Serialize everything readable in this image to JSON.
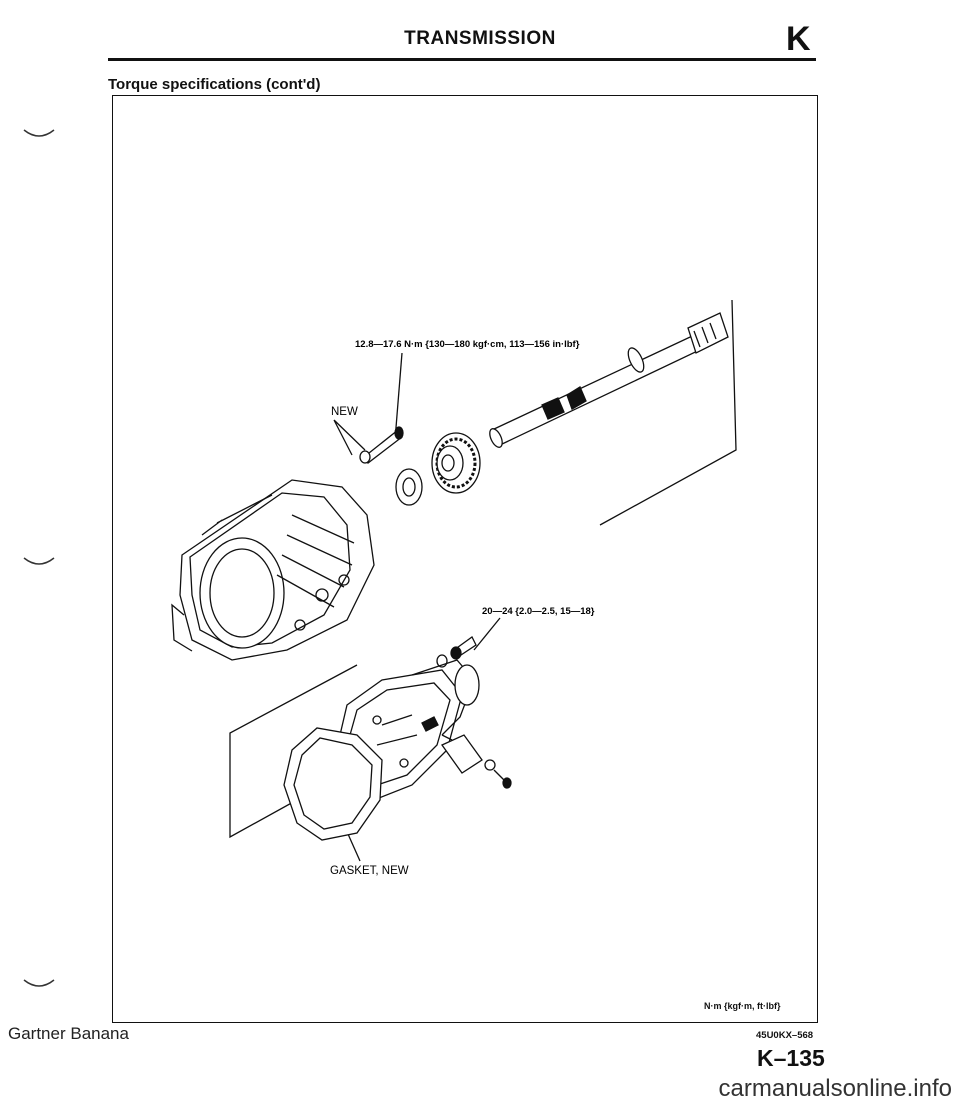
{
  "header": {
    "title": "TRANSMISSION",
    "section_letter": "K"
  },
  "section_heading": "Torque specifications (cont'd)",
  "figure": {
    "callouts": {
      "extension_bolt_torque": "12.8—17.6 N·m {130—180 kgf·cm, 113—156 in·lbf}",
      "new_label": "NEW",
      "housing_bolt_torque": "20—24 {2.0—2.5, 15—18}",
      "gasket_label": "GASKET, NEW"
    },
    "unit_legend": "N·m {kgf·m, ft·lbf}",
    "figure_code": "45U0KX–568"
  },
  "footer": {
    "page_number": "K–135",
    "watermark_left": "Gartner Banana",
    "watermark_bottom": "carmanualsonline.info"
  }
}
